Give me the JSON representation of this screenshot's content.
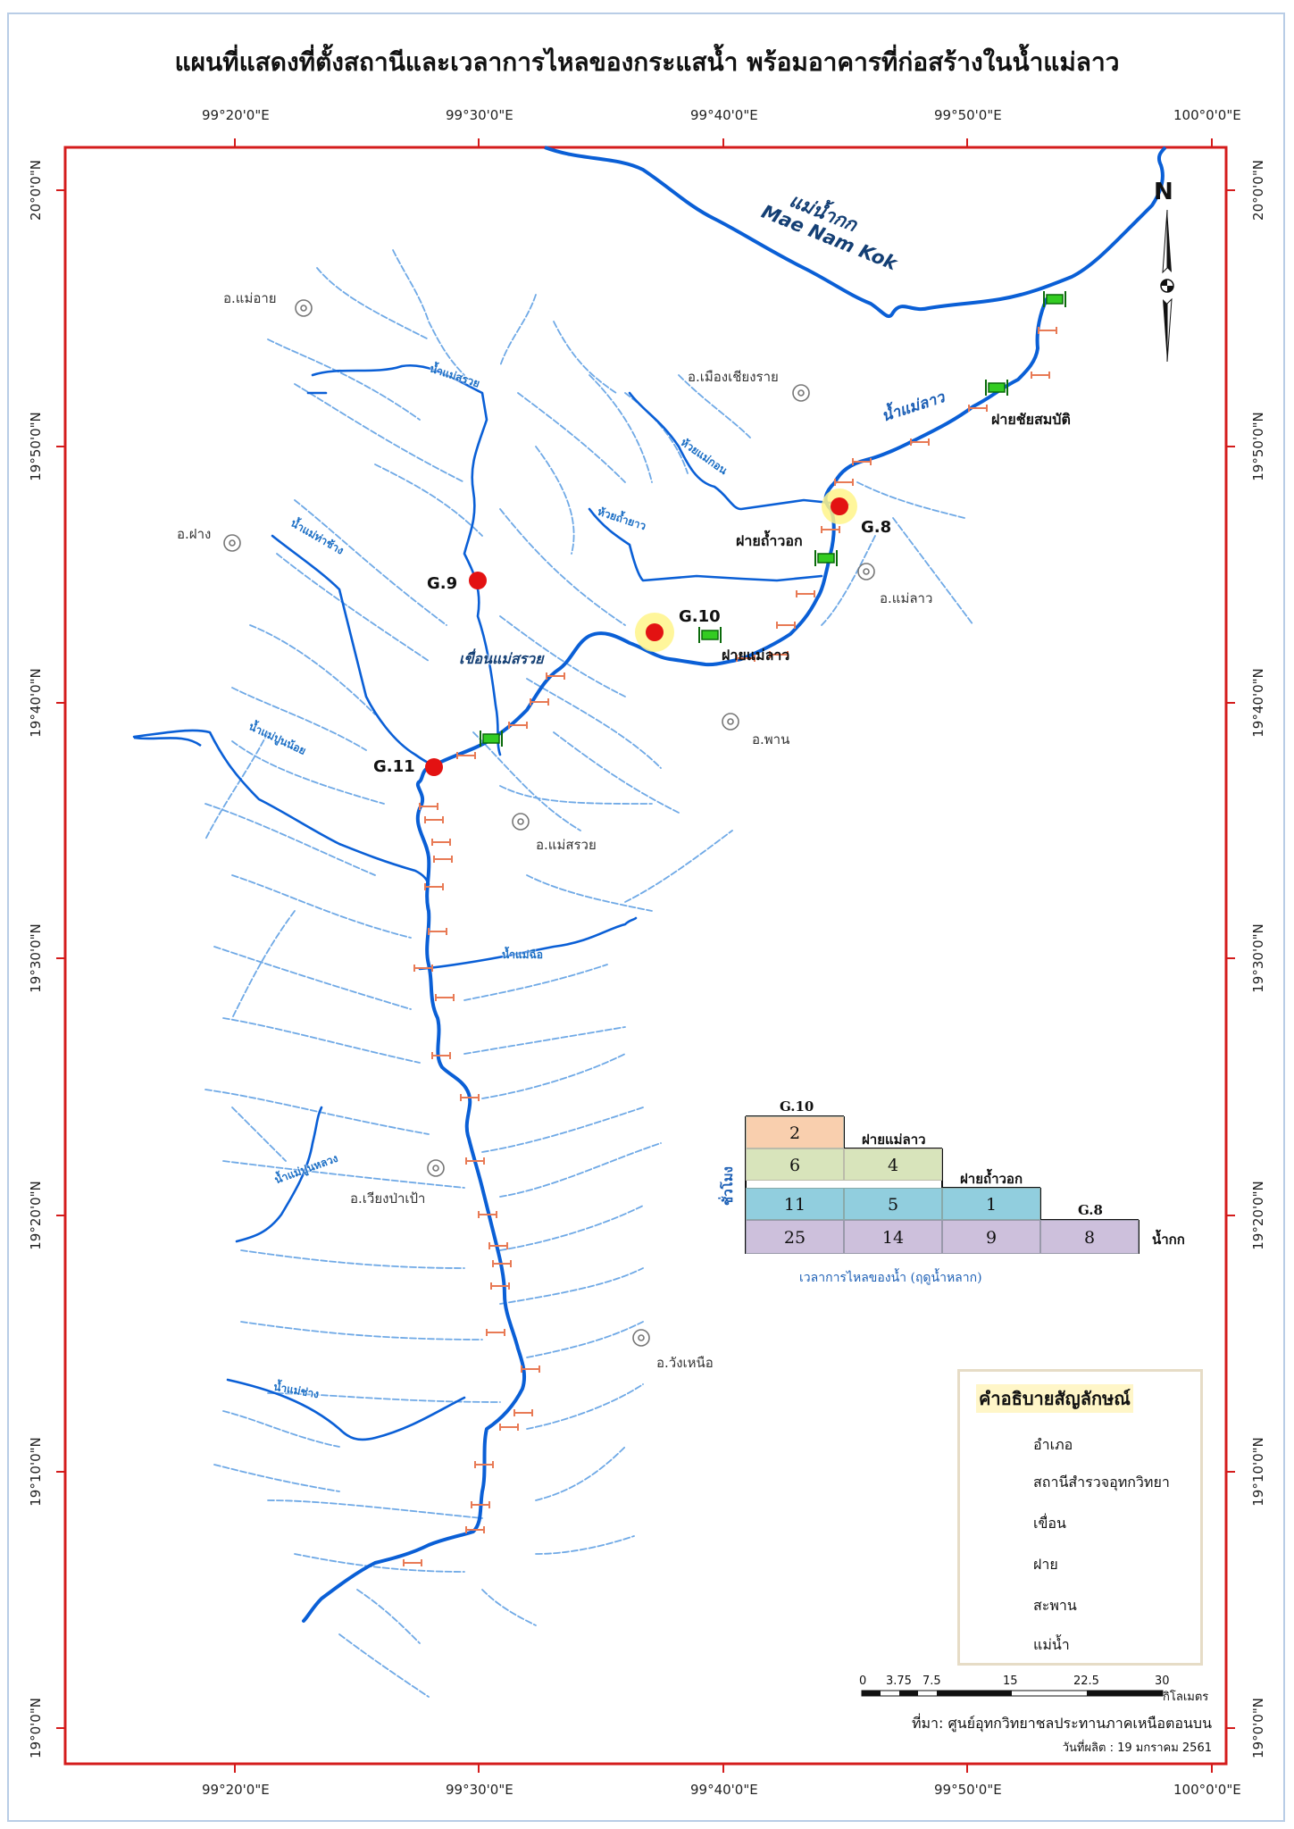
{
  "title": "แผนที่แสดงที่ตั้งสถานีและเวลาการไหลของกระแสน้ำ พร้อมอาคารที่ก่อสร้างในน้ำแม่ลาว",
  "axes": {
    "top": [
      "99°20'0\"E",
      "99°30'0\"E",
      "99°40'0\"E",
      "99°50'0\"E",
      "100°0'0\"E"
    ],
    "left": [
      "20°0'0\"N",
      "19°50'0\"N",
      "19°40'0\"N",
      "19°30'0\"N",
      "19°20'0\"N",
      "19°10'0\"N",
      "19°0'0\"N"
    ]
  },
  "districts": [
    "อ.แม่อาย",
    "อ.ฝาง",
    "อ.เมืองเชียงราย",
    "อ.แม่ลาว",
    "อ.พาน",
    "อ.แม่สรวย",
    "อ.เวียงป่าเป้า",
    "อ.วังเหนือ"
  ],
  "stations": [
    "G.8",
    "G.9",
    "G.10",
    "G.11"
  ],
  "structures": [
    "ฝายชัยสมบัติ",
    "ฝายถ้ำวอก",
    "ฝายแม่ลาว",
    "เขื่อนแม่สรวย"
  ],
  "rivers": {
    "kok_th": "แม่น้ำกก",
    "kok_en": "Mae Nam Kok",
    "lao": "น้ำแม่ลาว",
    "mae_suai": "น้ำแม่สรวย",
    "huai_mae_kon": "ห้วยแม่กอน",
    "huai_tham_yao": "ห้วยถ้ำยาว",
    "nam_mae_tha_chang": "น้ำแม่ท่าช้าง",
    "nam_mae_pun_noi": "น้ำแม่ปูนน้อย",
    "nam_mae_chue": "น้ำแม่ฉือ",
    "nam_mae_pun_luang": "น้ำแม่ปูนหลวง",
    "nam_mae_chang": "น้ำแม่ช่าง"
  },
  "travel_time": {
    "ylabel": "ชั่วโมง",
    "caption": "เวลาการไหลของน้ำ (ฤดูน้ำหลาก)",
    "headers": [
      "G.10",
      "ฝายแม่ลาว",
      "ฝายถ้ำวอก",
      "G.8"
    ],
    "outlet": "น้ำกก",
    "rows": [
      {
        "color": "#f9cfae",
        "values": [
          "2"
        ]
      },
      {
        "color": "#d8e4bb",
        "values": [
          "6",
          "4"
        ]
      },
      {
        "color": "#91cede",
        "values": [
          "11",
          "5",
          "1"
        ]
      },
      {
        "color": "#cdc0dc",
        "values": [
          "25",
          "14",
          "9",
          "8"
        ]
      }
    ]
  },
  "legend": {
    "title": "คำอธิบายสัญลักษณ์",
    "items": [
      "อำเภอ",
      "สถานีสำรวจอุทกวิทยา",
      "เขื่อน",
      "ฝาย",
      "สะพาน",
      "แม่น้ำ"
    ]
  },
  "scale": {
    "ticks": [
      "0",
      "3.75",
      "7.5",
      "15",
      "22.5",
      "30"
    ],
    "unit": "กิโลเมตร"
  },
  "north": "N",
  "source": "ที่มา: ศูนย์อุทกวิทยาชลประทานภาคเหนือตอนบน",
  "produced": "วันที่ผลิต : 19 มกราคม 2561",
  "colors": {
    "frame": "#d41c1c",
    "river_main": "#0a5fd6",
    "tributary": "#6fa9e6",
    "station": "#e31212",
    "halo": "#fff58a",
    "weir": "#33cc22",
    "bridge": "#e87a55"
  }
}
